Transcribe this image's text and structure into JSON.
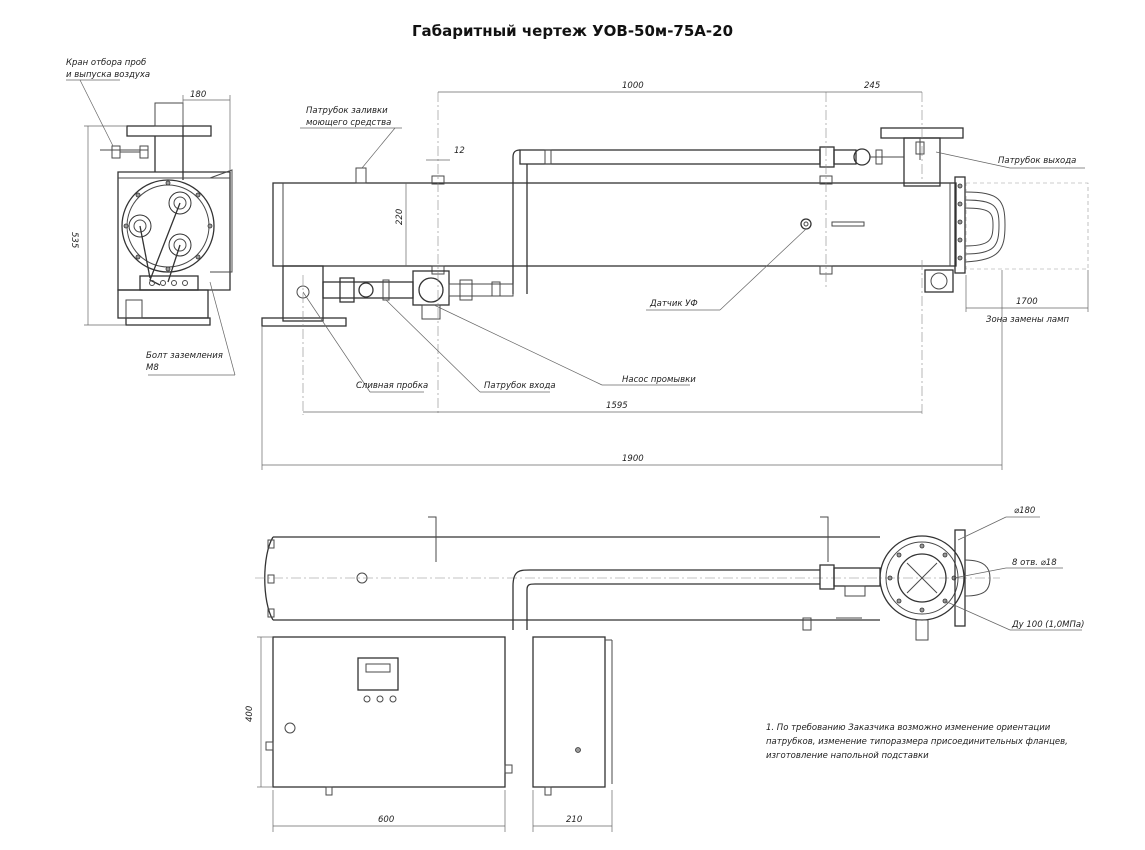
{
  "title": "Габаритный чертеж УОВ-50м-75А-20",
  "labels": {
    "valve": [
      "Кран отбора проб",
      "и выпуска воздуха"
    ],
    "filler": [
      "Патрубок заливки",
      "моющего средства"
    ],
    "outlet": "Патрубок выхода",
    "ground": [
      "Болт заземления",
      "М8"
    ],
    "uv_sensor": "Датчик УФ",
    "lamp_zone": "Зона замены ламп",
    "drain": "Сливная пробка",
    "inlet": "Патрубок входа",
    "pump": "Насос промывки",
    "bolts": "8 отв. ⌀18",
    "dn": "Ду 100 (1,0МПа)"
  },
  "dimensions": {
    "d180": "180",
    "d535": "535",
    "d1000": "1000",
    "d245": "245",
    "d12": "12",
    "d220": "220",
    "d1700": "1700",
    "d1595": "1595",
    "d1900": "1900",
    "dia180": "⌀180",
    "d400": "400",
    "d600": "600",
    "d210": "210"
  },
  "note": [
    "1. По требованию Заказчика возможно изменение ориентации",
    "патрубков, изменение типоразмера присоединительных фланцев,",
    "изготовление напольной подставки"
  ]
}
